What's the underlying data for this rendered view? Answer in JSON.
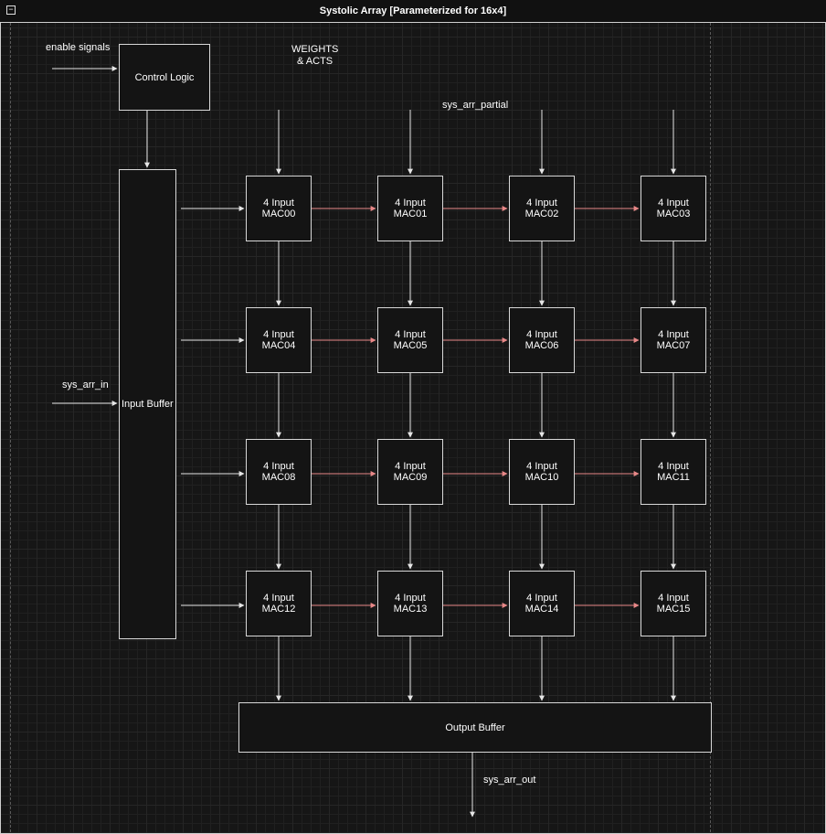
{
  "window": {
    "title": "Systolic Array [Parameterized for 16x4]",
    "collapse_glyph": "−"
  },
  "labels": {
    "enable_signals": "enable signals",
    "weights_acts_line1": "WEIGHTS",
    "weights_acts_line2": "& ACTS",
    "sys_arr_partial": "sys_arr_partial",
    "sys_arr_in": "sys_arr_in",
    "sys_arr_out": "sys_arr_out"
  },
  "blocks": {
    "control_logic": "Control Logic",
    "input_buffer": "Input Buffer",
    "output_buffer": "Output Buffer"
  },
  "macs": [
    [
      "4 Input\nMAC00",
      "4 Input\nMAC01",
      "4 Input\nMAC02",
      "4 Input\nMAC03"
    ],
    [
      "4 Input\nMAC04",
      "4 Input\nMAC05",
      "4 Input\nMAC06",
      "4 Input\nMAC07"
    ],
    [
      "4 Input\nMAC08",
      "4 Input\nMAC09",
      "4 Input\nMAC10",
      "4 Input\nMAC11"
    ],
    [
      "4 Input\nMAC12",
      "4 Input\nMAC13",
      "4 Input\nMAC14",
      "4 Input\nMAC15"
    ]
  ],
  "colors": {
    "wire": "#e6e6e6",
    "mac_link": "#e88888"
  }
}
